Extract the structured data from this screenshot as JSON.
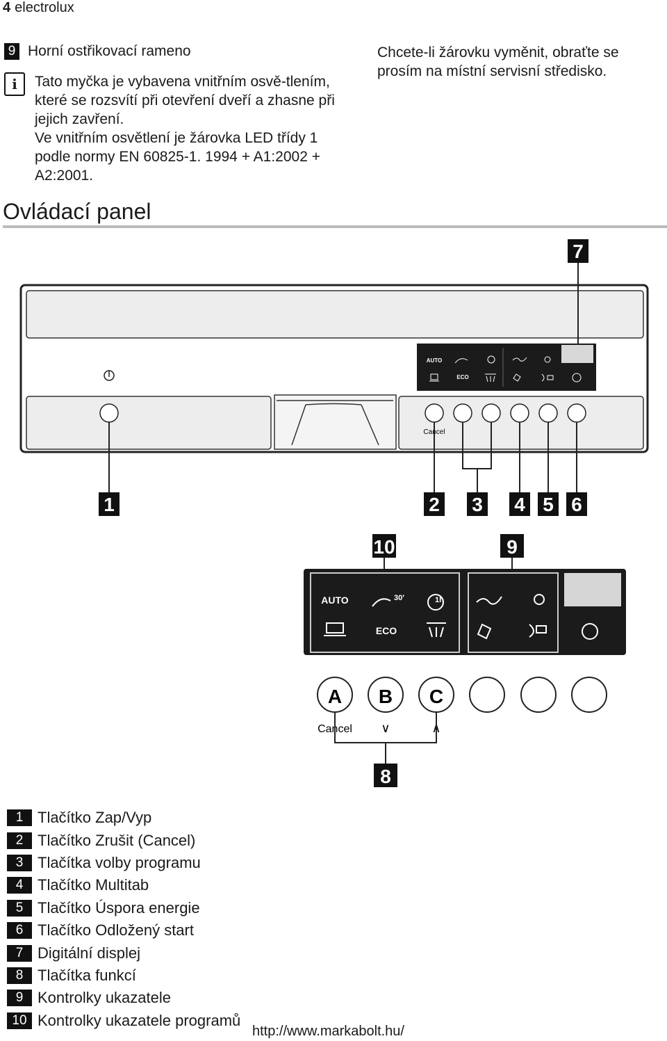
{
  "header": {
    "page_number": "4",
    "brand": "electrolux"
  },
  "item9": {
    "number": "9",
    "label": "Horní ostřikovací rameno"
  },
  "info_note": {
    "icon": "info-icon",
    "paragraph1": "Tato myčka je vybavena vnitřním osvě-tlením, které se rozsvítí při otevření dveří a zhasne při jejich zavření.",
    "paragraph2": "Ve vnitřním osvětlení je žárovka LED třídy 1 podle normy EN 60825-1. 1994 + A1:2002 + A2:2001."
  },
  "right_note": "Chcete-li žárovku vyměnit, obraťte se prosím na místní servisní středisko.",
  "section_title": "Ovládací panel",
  "diagram": {
    "panel_labels": {
      "cancel": "Cancel",
      "auto": "AUTO",
      "eco": "ECO"
    },
    "callouts": [
      "1",
      "2",
      "3",
      "4",
      "5",
      "6",
      "7"
    ],
    "detail_callouts": [
      "10",
      "9",
      "8"
    ],
    "detail_labels": {
      "auto": "AUTO",
      "eco": "ECO",
      "t30": "30′",
      "t1h": "1h",
      "cancel": "Cancel"
    },
    "detail_buttons": [
      "A",
      "B",
      "C",
      "",
      "",
      ""
    ],
    "arrows": {
      "down": "∨",
      "up": "∧"
    }
  },
  "legend": [
    {
      "num": "1",
      "text": "Tlačítko Zap/Vyp"
    },
    {
      "num": "2",
      "text": "Tlačítko Zrušit (Cancel)"
    },
    {
      "num": "3",
      "text": "Tlačítka volby programu"
    },
    {
      "num": "4",
      "text": "Tlačítko Multitab"
    },
    {
      "num": "5",
      "text": "Tlačítko Úspora energie"
    },
    {
      "num": "6",
      "text": "Tlačítko Odložený start"
    },
    {
      "num": "7",
      "text": "Digitální displej"
    },
    {
      "num": "8",
      "text": "Tlačítka funkcí"
    },
    {
      "num": "9",
      "text": "Kontrolky ukazatele"
    },
    {
      "num": "10",
      "text": "Kontrolky ukazatele programů"
    }
  ],
  "footer_url": "http://www.markabolt.hu/"
}
